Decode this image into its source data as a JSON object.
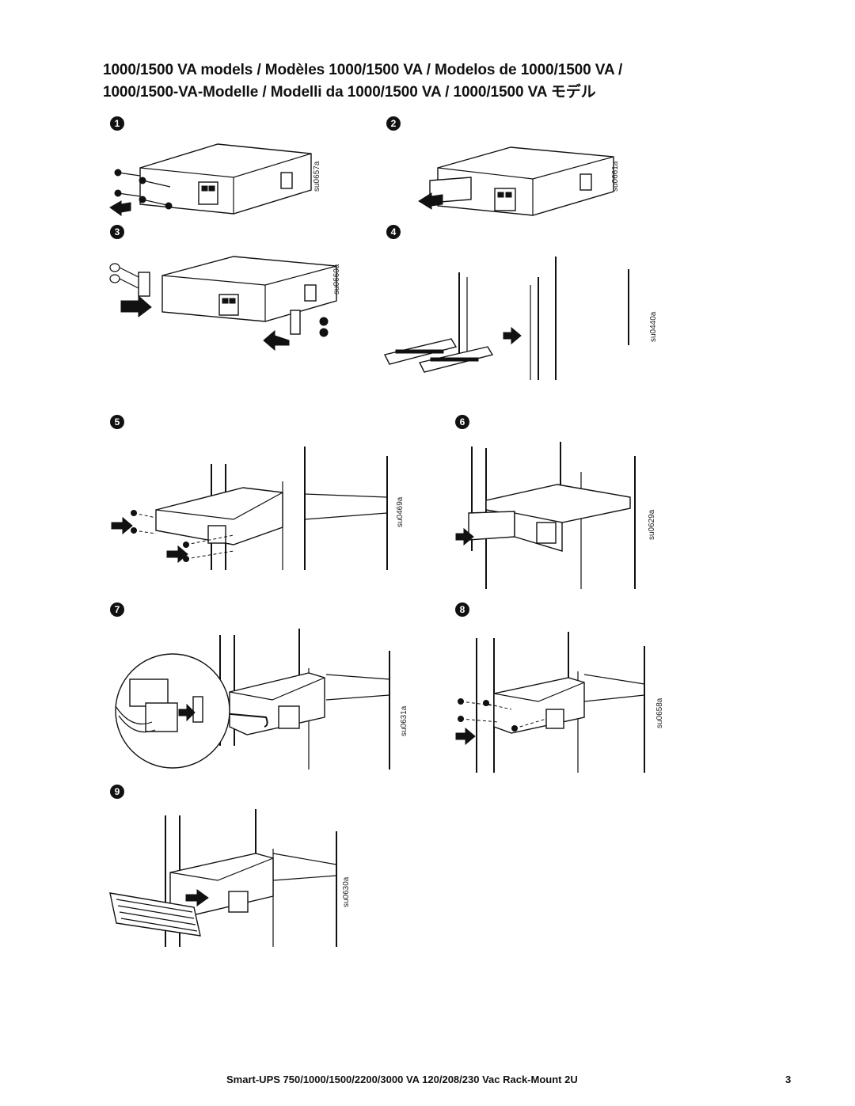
{
  "header": {
    "line1": "1000/1500 VA models / Modèles 1000/1500 VA / Modelos de 1000/1500 VA /",
    "line2": "1000/1500-VA-Modelle / Modelli da 1000/1500 VA / 1000/1500 VA モデル"
  },
  "steps": [
    {
      "number": "1",
      "code": "su0657a"
    },
    {
      "number": "2",
      "code": "su0661a"
    },
    {
      "number": "3",
      "code": "su0660a"
    },
    {
      "number": "4",
      "code": "su0440a"
    },
    {
      "number": "5",
      "code": "su0469a"
    },
    {
      "number": "6",
      "code": "su0629a"
    },
    {
      "number": "7",
      "code": "su0631a"
    },
    {
      "number": "8",
      "code": "su0658a"
    },
    {
      "number": "9",
      "code": "su0630a"
    }
  ],
  "footer": {
    "title": "Smart-UPS 750/1000/1500/2200/3000 VA 120/208/230 Vac Rack-Mount 2U",
    "page_number": "3"
  }
}
